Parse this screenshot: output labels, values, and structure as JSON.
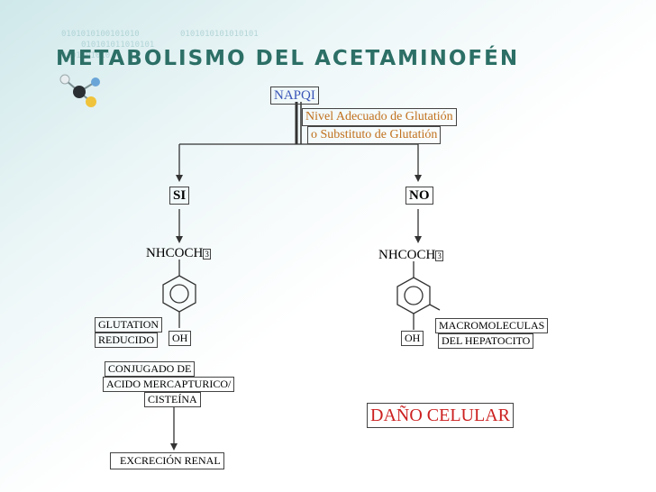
{
  "title": "METABOLISMO DEL ACETAMINOFÉN",
  "napqi": "NAPQI",
  "condition_line1": "Nivel Adecuado de Glutatión",
  "condition_line2": "o Substituto de Glutatión",
  "branch_yes": "SI",
  "branch_no": "NO",
  "left": {
    "group_label": "NHCOCH",
    "subscript": "3",
    "glutathione_line1": "GLUTATION",
    "glutathione_line2": "REDUCIDO",
    "oh": "OH",
    "conjugate_line1": "CONJUGADO DE",
    "conjugate_line2": "ACIDO  MERCAPTURICO/",
    "conjugate_line3": "CISTEÍNA",
    "excretion": "EXCRECIÓN RENAL"
  },
  "right": {
    "group_label": "NHCOCH",
    "subscript": "3",
    "oh": "OH",
    "macro_line1": "MACROMOLECULAS",
    "macro_line2": "DEL HEPATOCITO",
    "damage": "DAÑO CELULAR"
  },
  "colors": {
    "title": "#2c6f66",
    "napqi": "#3a55b8",
    "condition": "#c0701c",
    "damage": "#cc2020"
  }
}
